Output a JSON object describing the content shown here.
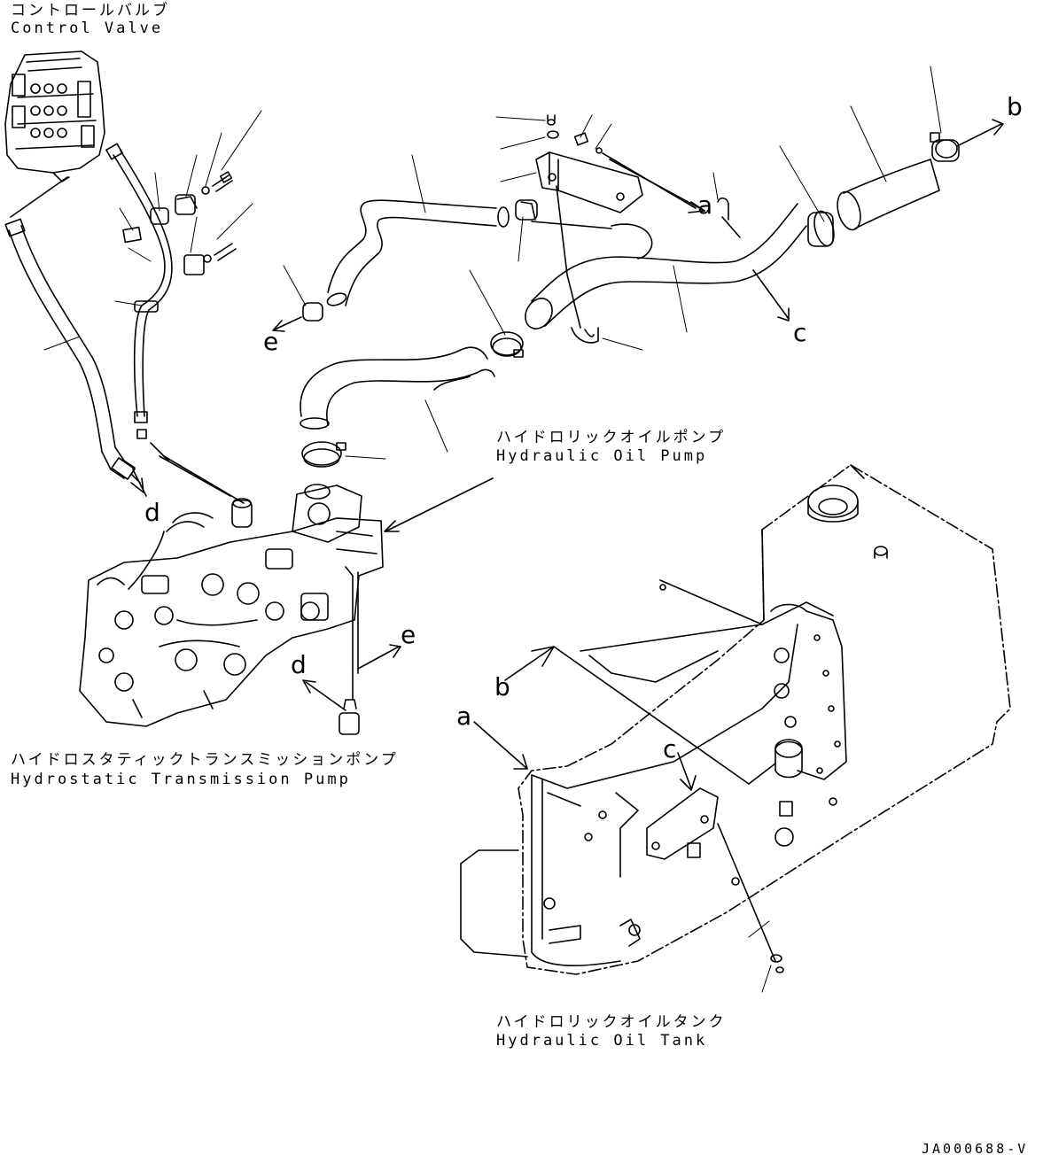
{
  "labels": {
    "control_valve_jp": "コントロールバルブ",
    "control_valve_en": "Control Valve",
    "hyd_pump_jp": "ハイドロリックオイルポンプ",
    "hyd_pump_en": "Hydraulic Oil Pump",
    "hst_pump_jp": "ハイドロスタティックトランスミッションポンプ",
    "hst_pump_en": "Hydrostatic Transmission Pump",
    "tank_jp": "ハイドロリックオイルタンク",
    "tank_en": "Hydraulic Oil Tank"
  },
  "connectors": {
    "a": "a",
    "b": "b",
    "c": "c",
    "d": "d",
    "e": "e"
  },
  "drawing_code": "JA000688-V",
  "colors": {
    "line": "#000000",
    "background": "#ffffff"
  }
}
